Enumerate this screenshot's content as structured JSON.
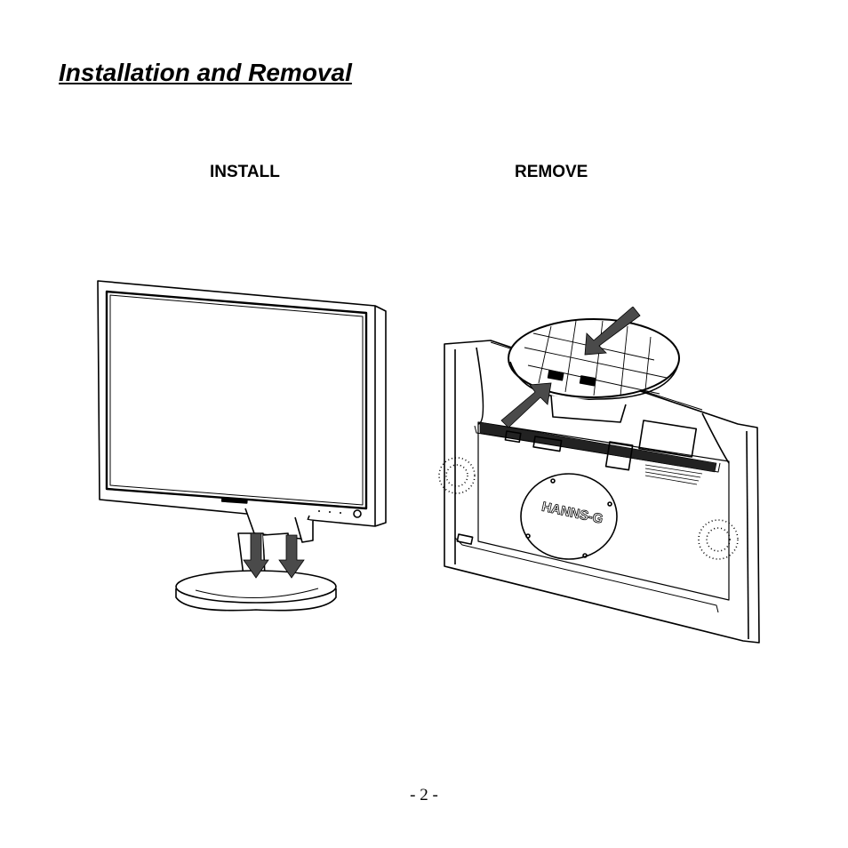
{
  "document": {
    "title": "Installation and Removal",
    "install_label": "INSTALL",
    "remove_label": "REMOVE",
    "page_number": "- 2 -"
  },
  "illustrations": {
    "install": {
      "icon": "monitor-front-with-stand-icon"
    },
    "remove": {
      "icon": "monitor-back-with-base-icon",
      "brand_mark": "HANNS-G"
    }
  }
}
